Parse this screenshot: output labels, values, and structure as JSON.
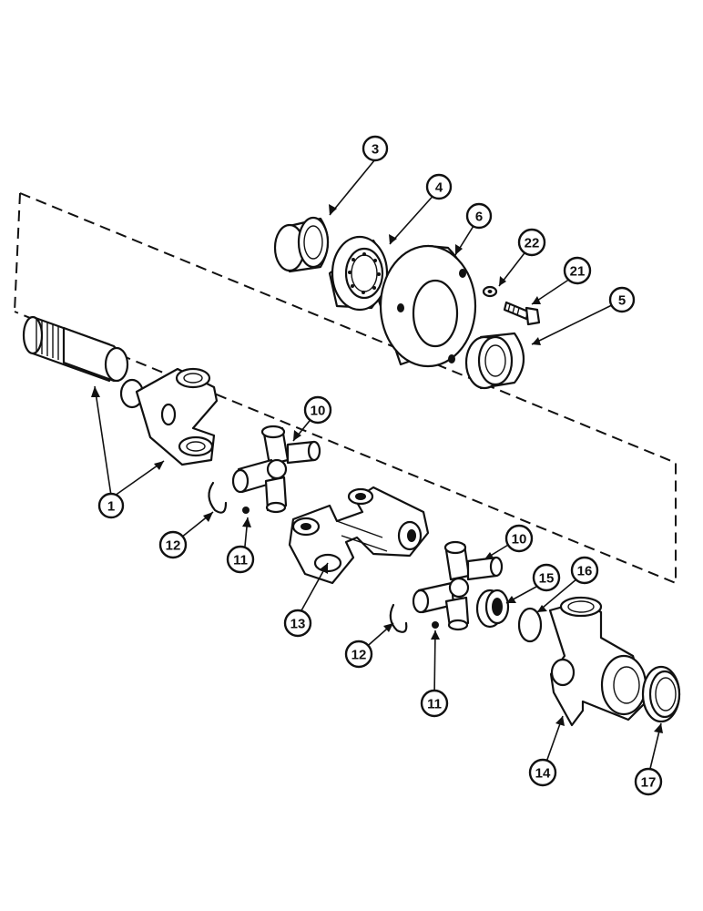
{
  "callouts": [
    {
      "id": "c3",
      "label": "3"
    },
    {
      "id": "c4",
      "label": "4"
    },
    {
      "id": "c6",
      "label": "6"
    },
    {
      "id": "c22",
      "label": "22"
    },
    {
      "id": "c21",
      "label": "21"
    },
    {
      "id": "c5",
      "label": "5"
    },
    {
      "id": "c10a",
      "label": "10"
    },
    {
      "id": "c1",
      "label": "1"
    },
    {
      "id": "c12a",
      "label": "12"
    },
    {
      "id": "c11a",
      "label": "11"
    },
    {
      "id": "c13",
      "label": "13"
    },
    {
      "id": "c10b",
      "label": "10"
    },
    {
      "id": "c15",
      "label": "15"
    },
    {
      "id": "c16",
      "label": "16"
    },
    {
      "id": "c12b",
      "label": "12"
    },
    {
      "id": "c11b",
      "label": "11"
    },
    {
      "id": "c14",
      "label": "14"
    },
    {
      "id": "c17",
      "label": "17"
    }
  ]
}
